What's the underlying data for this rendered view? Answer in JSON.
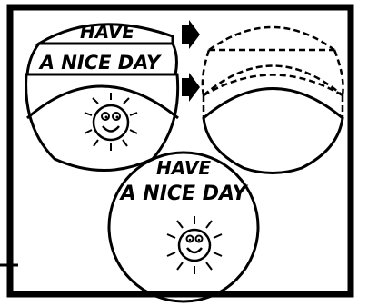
{
  "top_band": {
    "text": "HAVE"
  },
  "middle_band": {
    "text": "A NICE DAY"
  },
  "bottom_circle": {
    "line1": "HAVE",
    "line2": "A NICE DAY"
  },
  "icons": {
    "left_top": "sun-face-icon",
    "bottom": "sun-face-icon",
    "arrows": "right-arrow-icon"
  },
  "colors": {
    "ink": "#000000",
    "paper": "#ffffff"
  }
}
